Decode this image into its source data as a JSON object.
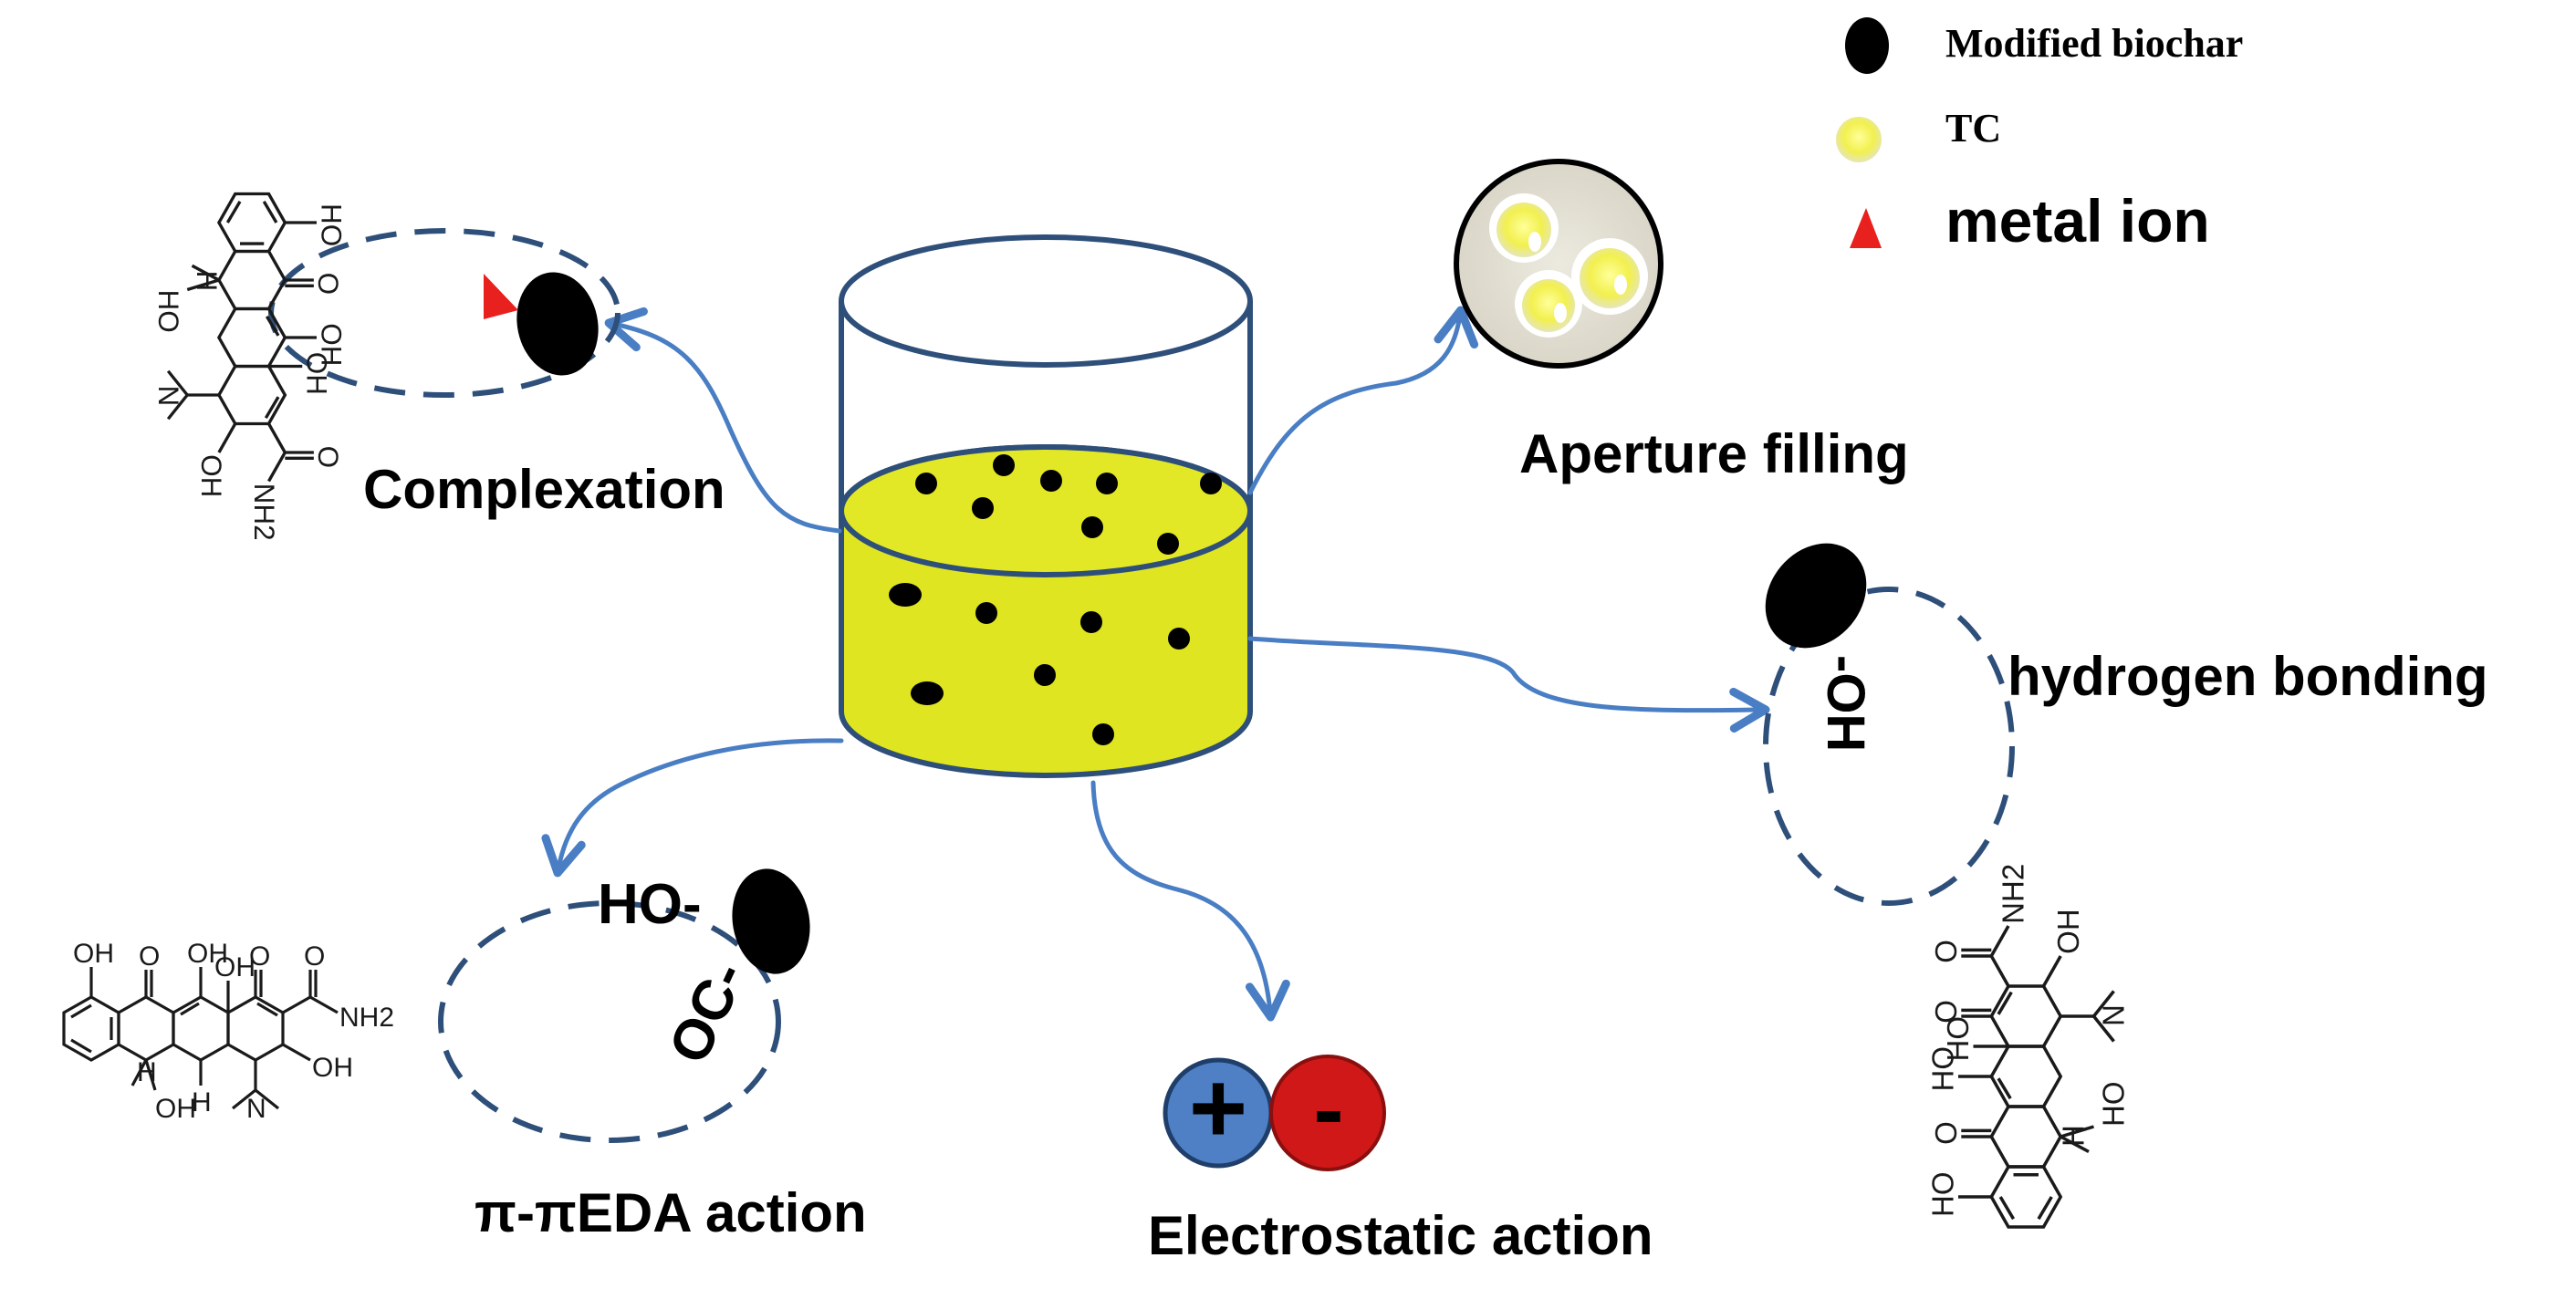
{
  "legend": {
    "items": [
      {
        "label": "Modified biochar",
        "icon": "black-ellipse-icon",
        "color": "#000000"
      },
      {
        "label": "TC",
        "icon": "yellow-sphere-icon",
        "color": "#f0f060"
      },
      {
        "label": "metal ion",
        "icon": "red-triangle-icon",
        "color": "#e8201e"
      }
    ]
  },
  "mechanisms": {
    "complexation": "Complexation",
    "aperture": "Aperture filling",
    "hbond": "hydrogen bonding",
    "pi": "π-πEDA action",
    "electro": "Electrostatic action"
  },
  "groups": {
    "oh": "-OH",
    "ho": "HO-",
    "oc": "OC-"
  },
  "charges": {
    "plus": "+",
    "minus": "-"
  },
  "chem_labels": {
    "OH": "OH",
    "HO": "HO",
    "O": "O",
    "H": "H",
    "N": "N",
    "NH2": "NH2"
  },
  "colors": {
    "arrow": "#4a7ec4",
    "dash": "#2e4f7a",
    "liquid": "#dfe520",
    "beaker": "#2e4f7a",
    "plus_fill": "#4f7fc4",
    "minus_fill": "#d01818"
  }
}
